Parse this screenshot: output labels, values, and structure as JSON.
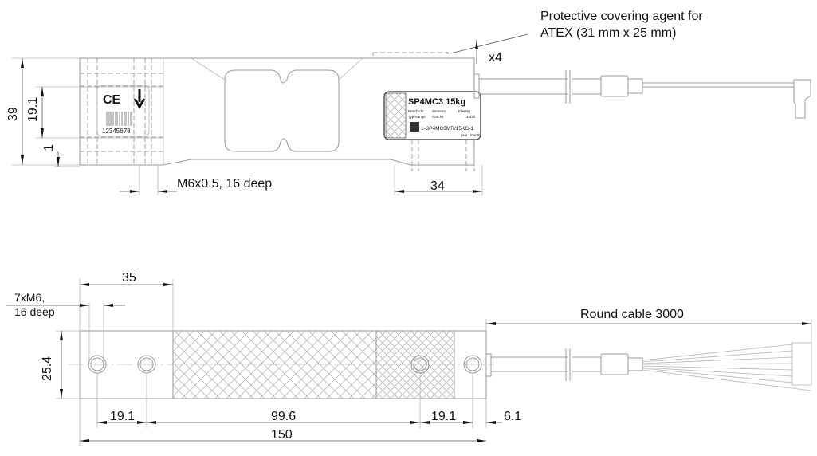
{
  "annotations": {
    "atex_line1": "Protective covering agent for",
    "atex_line2": "ATEX (31 mm x 25 mm)",
    "x4": "x4",
    "m6_thread": "M6x0.5, 16 deep",
    "holes_line1": "7xM6,",
    "holes_line2": "16 deep",
    "round_cable": "Round cable 3000"
  },
  "dimensions_top": {
    "height": "39",
    "center": "19.1",
    "offset": "1",
    "width_34": "34"
  },
  "dimensions_bottom": {
    "d35": "35",
    "height": "25.4",
    "d19_left": "19.1",
    "d99": "99.6",
    "d19_right": "19.1",
    "d6": "6.1",
    "total": "150"
  },
  "label": {
    "model": "SP4MC3  15kg",
    "row1a": "Beschicht",
    "row1b": "Seriennr",
    "row1c": "Fllerstg",
    "row2a": "Typ/Range",
    "row2b": "Cert.Nr",
    "row2c": "15/20",
    "part_number": "1-SP4MC3MR/15KG-1",
    "year": "year",
    "month": "month",
    "barcode_number": "12345678",
    "ce_mark": "CE"
  }
}
